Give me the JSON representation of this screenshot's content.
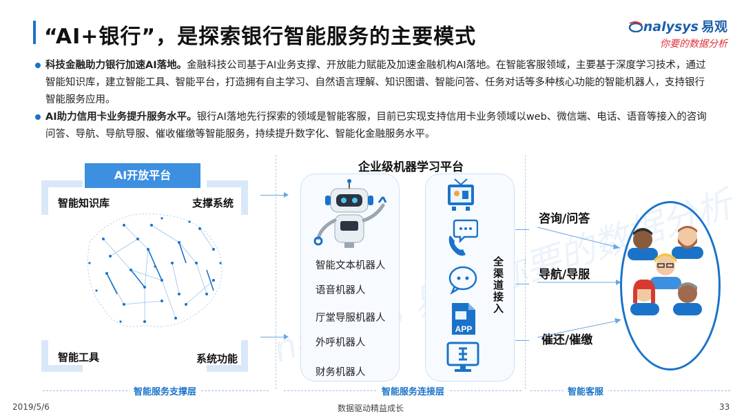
{
  "header": {
    "title": "“AI+银行”，是探索银行智能服务的主要模式",
    "logo_text": "nalysys",
    "logo_cn": "易观",
    "logo_slogan": "你要的数据分析"
  },
  "bullets": [
    {
      "bold": "科技金融助力银行加速AI落地。",
      "text": "金融科技公司基于AI业务支撑、开放能力赋能及加速金融机构AI落地。在智能客服领域，主要基于深度学习技术，通过智能知识库，建立智能工具、智能平台，打造拥有自主学习、自然语言理解、知识图谱、智能问答、任务对话等多种核心功能的智能机器人，支持银行智能服务应用。"
    },
    {
      "bold": "AI助力信用卡业务提升服务水平。",
      "text": "银行AI落地先行探索的领域是智能客服，目前已实现支持信用卡业务领域以web、微信端、电话、语音等接入的咨询问答、导航、导航导服、催收催缴等智能服务，持续提升数字化、智能化金融服务水平。"
    }
  ],
  "diagram": {
    "left": {
      "platform": "AI开放平台",
      "top_left": "智能知识库",
      "top_right": "支撑系统",
      "bottom_left": "智能工具",
      "bottom_right": "系统功能",
      "layer": "智能服务支撑层"
    },
    "middle": {
      "title": "企业级机器学习平台",
      "robots": [
        "智能文本机器人",
        "语音机器人",
        "厅堂导服机器人",
        "外呼机器人",
        "财务机器人"
      ],
      "channel_label": "全渠道接入",
      "channel_icons": [
        "tv-icon",
        "chat-icon",
        "phone-icon",
        "wechat-icon",
        "app-icon",
        "monitor-icon"
      ],
      "app_text": "APP",
      "layer": "智能服务连接层"
    },
    "right": {
      "services": [
        "咨询/问答",
        "导航/导服",
        "催还/催缴"
      ],
      "layer": "智能客服"
    }
  },
  "watermark": "nalysys 易观 你要的数据分析",
  "footer": {
    "date": "2019/5/6",
    "slogan": "数据驱动精益成长",
    "page": "33"
  },
  "colors": {
    "accent": "#1a73c9",
    "tag": "#3d8fe0",
    "logo_red": "#e0303a"
  }
}
